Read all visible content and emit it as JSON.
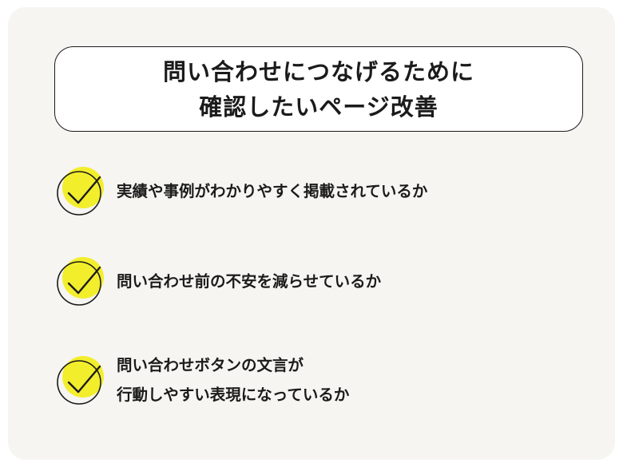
{
  "title": {
    "line1": "問い合わせにつなげるために",
    "line2": "確認したいページ改善"
  },
  "checklist": [
    {
      "lines": [
        "実績や事例がわかりやすく掲載されているか"
      ]
    },
    {
      "lines": [
        "問い合わせ前の不安を減らせているか"
      ]
    },
    {
      "lines": [
        "問い合わせボタンの文言が",
        "行動しやすい表現になっているか"
      ]
    }
  ],
  "colors": {
    "card_background": "#f6f5f1",
    "accent_yellow": "#f3ee2c",
    "text": "#1b1b1b"
  },
  "icons": [
    "check-circle-icon"
  ]
}
